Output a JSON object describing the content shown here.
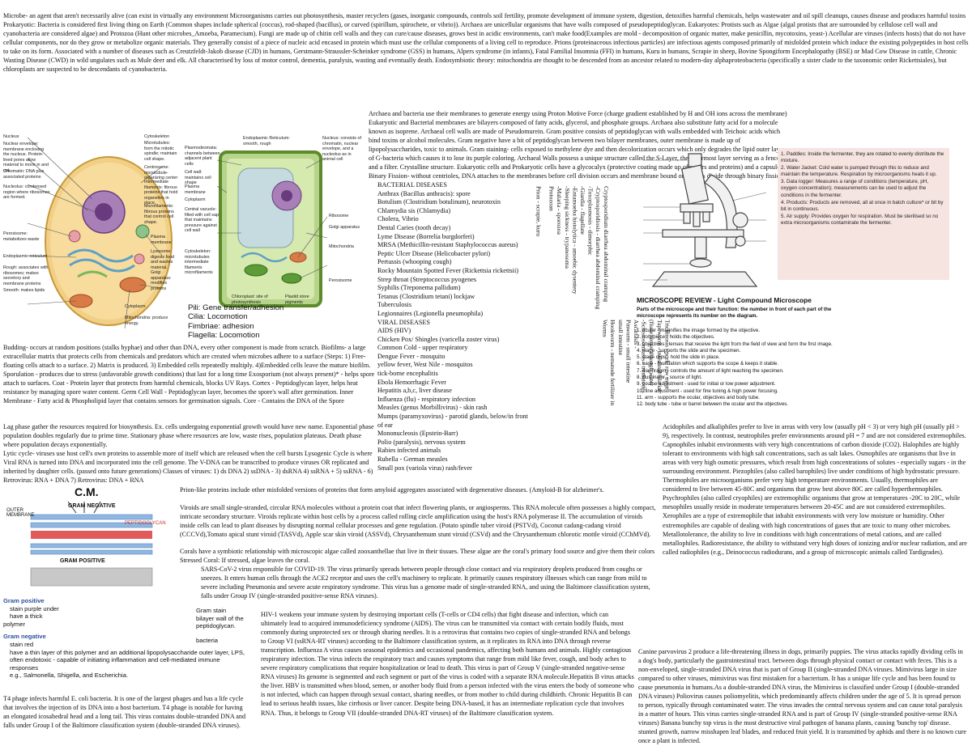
{
  "intro": "Microbe- an agent that aren't necessarily alive (can exist in virtually any environment Microorganisms carries out photosynthesis, master recyclers (gases, inorganic compounds, controls soil fertility, promote development of immune system, digestion, detoxifies harmful chemicals, helps wastewater and oil spill cleanups, causes disease and produces harmful toxins Prokaryotic: Bacteria is considered first living thing on Earth (Common shapes include spherical (coccus), rod-shaped (bacillus), or curved (spirillum, spirochete, or vibrio)). Archaea are unicellular organisms that have walls composed of pseudopeptidoglycan. Eukaryotes: Protists such as Algae (algal protists that are surrounded by cellulose cell wall and cyanobacteria are considered algae) and Protozoa (Hunt other microbes_Amoeba, Paramecium). Fungi are made up of chitin cell walls and they can cure/cause diseases, grows best in acidic environments, can't make food(Examples are mold - decomposition of organic matter, make penicillin, mycotoxins, yeast-) Acellular are viruses (infects hosts) that do not have cellular components, nor do they grow or metabolize organic materials. They generally consist of a piece of nucleic acid encased in protein which must use the cellular components of a living cell to reproduce. Prions (proteinaceous infectious particles) are infectious agents composed primarily of misfolded protein which induce the existing polypeptides in host cells to take on its form. Associated with a number of diseases such as Creutzfeldt-Jakob disease (CJD) in humans, Gerstmann-Straussler-Scheinker syndrome (GSS) in humans, Alpers syndrome (in infants), Fatal Familial Insomnia (FFI) in humans, Kuru in humans, Scrapie in sheep, Bovine Spongiform Encephalopathy (BSE) or Mad Cow Disease in cattle, Chronic Wasting Disease (CWD) in wild ungulates such as Mule deer and elk. All characterised by loss of motor control, dementia, paralysis, wasting and eventually death. Endosymbiotic theory: mitochondria are thought to be descended from an ancestor related to modern-day alphaproteobacteria (specifically a sister clade to the taxonomic order Rickettsiales), but chloroplasts are suspected to be descendants of cyanobacteria.",
  "archaea_text": "Archaea and bacteria use their membranes to generate energy using Proton Motive Force (charge gradient established by H and OH ions across the membrane) Eukaryotic and Bacterial membranes are bilayers composed of fatty acids, glycerol, and phosphate groups. Archaea also substitute fatty acid for a molecule known as isoprene. Archaeal cell walls are made of Pseudomurein. Gram positive consists of peptidoglycan with walls embedded with Teichoic acids which bind toxins or alcohol molecules. Gram negative have a bit of peptidoglycan between two bilayer membranes, outer membrane is made up of lipopolysaccharides, toxic to animals. Gram staining- cells exposed to methylene dye and then decolorization occurs which only degrades the lipid outer layer of G-bacteria which causes it to lose its purple coloring. Archaeal Walls possess a unique structure called the S-Layer, the outermost layer serving as a fence and a filter. Crystalline structure. Eukaryotic cells and Prokaryotic cells have a glycocalyx (protective coating made up of sugars and proteins) and a capsule. Binary Fission- without centrioles, DNA attaches to the membranes before cell division occurs and membrane bound organelles divide through binary fission.",
  "cells": {
    "animal_labels": [
      "Nucleus",
      "Nuclear envelope: membrane enclosing the nucleus. Protein- lined pores allow material to move in and out.",
      "Chromatin: DNA plus associated proteins",
      "Nucleolus: condensed region where ribosomes are formed.",
      "Peroxisome: metabolizes waste",
      "Endoplasmic reticulum",
      "Rough: associates with ribosomes; makes secretory and membrane proteins",
      "Smooth: makes lipids",
      "Cytoskeleton",
      "Microtubules: form the mitotic spindle; maintain cell shape.",
      "Centrosome: microtubule-organizing center",
      "Intermediate filaments: fibrous proteins that hold organelles in place.",
      "Microfilaments: fibrous proteins that control cell shape.",
      "Plasma membrane",
      "Lysosome: digests food and wastes material.",
      "Golgi apparatus: modifies proteins",
      "Cytoplasm",
      "Mitochondria: produce energy."
    ],
    "plant_labels": [
      "Cytoskeleton",
      "Microtubules: form the mitotic spindle; maintain cell shape.",
      "Centrosome: microtubule-organizing center",
      "Intermediate filaments: fibrous proteins that hold organelles in place.",
      "Microfilaments: fibrous proteins that control cell shape.",
      "Plasmodesmata: channels between adjacent plant cells",
      "Cell wall: maintains cell shape",
      "Plasma membrane",
      "Cytoplasm",
      "Central vacuole: filled with cell sap that maintains pressure against cell wall",
      "Cytoskeleton: microtubules intermediate filaments microfilaments",
      "Endoplasmic Reticulum: smooth, rough",
      "Nucleus: consists of chromatin, nuclear envelope, and a nucleolus as in animal cell",
      "Ribosome",
      "Golgi apparatus",
      "Mitochondria",
      "Chloroplast: site of photosynthesis",
      "Plastid store pigments",
      "Peroxisome"
    ],
    "pili": [
      "Pili: Gene transfer/adhesion",
      "Cilia: Locomotion",
      "Fimbriae: adhesion",
      "Flagella: Locomotion"
    ]
  },
  "bacterial": {
    "heading": "BACTERIAL DISEASES",
    "items": [
      "Anthrax (Bacillus anthracis): spore",
      "Botulism (Clostridium botulinum), neurotoxin",
      "Chlamydia sis (Chlamydia)",
      "Cholera, Vibrio",
      "Dental Caries (tooth decay)",
      "Lyme Disease (Borrelia burgdorferi)",
      "MRSA (Methicillin-resistant Staphylococcus aureus)",
      "Peptic Ulcer Disease (Helicobacter pylori)",
      "Pertussis (whooping cough)",
      "Rocky Mountain Spotted Fever (Rickettsia rickettsii)",
      "Strep throat (Streptococcus pyogenes",
      "Syphilis (Treponema pallidum)",
      "Tetanus (Clostridium tetani) lockjaw",
      "Tuberculosis",
      "Legionnaires (Legionella pneumophila)"
    ],
    "viral_heading": "VIRAL DISEASES",
    "viral_items": [
      "AIDS (HIV)",
      "Chicken Pox/ Shingles (varicella zoster virus)",
      "Common Cold - upper respiratory",
      "Dengue Fever - mosquito",
      "yellow fever, West Nile - mosquitos",
      "tick-borne encephalitis",
      "Ebola Hemorrhagic Fever",
      "Hepatitis a,b,c, liver disease",
      "Influenza (flu) - respiratory infection",
      "Measles (genus Morbillivirus) - skin rash",
      "Mumps (paramyxovirus) - parotid glands, below/in front of ear",
      "Mononucleosis (Epstein-Barr)",
      "Polio (paralysis), nervous system",
      "Rabies infected animals",
      "Rubella - German measles",
      "Small pox (variola virus) rash/fever"
    ]
  },
  "vertical": {
    "prion": "Prion - scrapie, kuru",
    "protozoa_col": [
      "Protozoan",
      "-Malaria - sporozoa",
      "-Sleeping sickness - trypanosoma",
      "-Entamoeba histolytica - amoebic dysentery",
      "-Giardia - flagellate",
      "-Toxoplasmosis - dimorphic",
      "-Cryptosporidiosis - diarrhea abdominal cramping",
      "Cryptosporidium diarrhea abdominal cramping"
    ],
    "worms_col": [
      "Worms",
      "Hookworm - nematode fertilizer in",
      "small intestine",
      "Pinworm - small intestine",
      "Ascariasis -",
      "-Schistosomiasis - trematodes",
      "(fluke) enter through water",
      "Tapeworm - intestinal/filarial",
      "Trichinosis - pork, raw meat"
    ]
  },
  "microscope": {
    "title": "MICROSCOPE REVIEW - Light Compound Microscope",
    "subtitle": "Parts of the microscope and their function: the number in front of each part of the microscope represents its number on the diagram.",
    "parts": [
      "1. ocular - magnifies the image formed by the objective.",
      "2. nosepiece - holds the objectives.",
      "3. objectives - lenses that receive the light from the field of view and form the first image.",
      "4. stage - supports the slide and the specimen.",
      "5. stage clips - hold the slide in place.",
      "6. base - foundation which supports the scope & keeps it stable.",
      "7. diaphragm - controls the amount of light reaching the specimen.",
      "8. illuminator - source of light.",
      "9. course adjustment - used for initial or low power adjustment.",
      "10. fine adjustment - used for fine tuning & high power focusing.",
      "11. arm - supports the ocular, objectives and body tube.",
      "12. body tube - tube or barrel between the ocular and the objectives."
    ]
  },
  "fermenter": [
    "1. Paddles: Inside the fermenter, they are rotated to evenly distribute the mixture.",
    "2. Water Jacket: Cold water is pumped through this to reduce and maintain the temperature. Respiration by microorganisms heats it up.",
    "3. Data logger: Measures a range of conditions (temperature, pH, oxygen concentration); measurements can be used to adjust the conditions in the fermenter.",
    "4. Products: Products are removed, all at once in batch culture* or bit by bit in continuous.",
    "5. Air supply: Provides oxygen for respiration. Must be sterilised so no extra microorganisms contaminate the fermenter."
  ],
  "budding": "Budding- occurs at random positions (stalks hyphae) and other than DNA, every other component is made from scratch. Biofilms- a large extracellular matrix that protects cells from chemicals and predators which are created when microbes adhere to a surface (Steps: 1) Free-floating cells attach to a surface. 2) Matrix is produced. 3) Embedded cells repeatedly multiply. 4)Embedded cells leave the mature biofilm. Sporulation - produces due to stress (unfavorable growth conditions) that last for a long time Exosporium (not always present)* - helps spore attach to surfaces. Coat - Protein layer that protects from harmful chemicals, blocks UV Rays. Cortex - Peptidoglycan layer, helps heat resistance by managing spore water content. Germ Cell Wall - Peptidoglycan layer, becomes the spore's wall after germination. Inner Membrane - Fatty acid & Phospholipid layer that contains sensors for germination signals. Core - Contains the DNA of the Spore",
  "lag": "Lag phase gather the resources required for biosynthesis. Ex. cells undergoing exponential growth would have new name. Exponential phase population doubles regularly due to prime time. Stationary phase where resources are low, waste rises, population plateaus. Death phase where population decays exponentially.",
  "lytic": "Lytic cycle- viruses use host cell's own proteins to assemble more of itself which are released when the cell bursts Lysogenic Cycle is where Viral RNA is turned into DNA and incorporated into the cell genome. The V-DNA can be transcribed to produce viruses OR replicated and inherited by daughter cells. (passed onto future generations) Classes of viruses: 1) ds DNA 2) ssDNA - 3) dsRNA 4) ssRNA + 5) ssRNA - 6) Retrovirus: RNA + DNA 7) Retrovirus: DNA + RNA",
  "prion_para": "Prion-like proteins include other misfolded versions of proteins that form amyloid aggregates associated with degenerative diseases. (Amyloid-B for alzheimer's.",
  "viroids": "Viroids are small single-stranded, circular RNA molecules without a protein coat that infect flowering plants, or angiosperms. This RNA molecule often possesses a highly compact, intricate secondary structure. Viroids replicate within host cells by a process called rolling circle amplification using the host's RNA polymerase II. The accumulation of viroids inside cells can lead to plant diseases by disrupting normal cellular processes and gene regulation. (Potato spindle tuber viroid (PSTVd), Coconut cadang-cadang viroid (CCCVd),Tomato apical stunt viroid (TASVd), Apple scar skin viroid (ASSVd), Chrysanthemum stunt viroid (CSVd) and the Chrysanthemum chlorotic mottle viroid (CChMVd).",
  "corals": "Corals have a symbiotic relationship with microscopic algae called zooxanthellae that live in their tissues. These algae are the coral's primary food source and give them their colors Stressed Coral: If stressed, algae leaves the coral.",
  "sars": "SARS-CoV-2 virus responsible for COVID-19. The virus primarily spreads between people through close contact and via respiratory droplets produced from coughs or sneezes. It enters human cells through the ACE2 receptor and uses the cell's machinery to replicate. It primarily causes respiratory illnesses which can range from mild to severe including Pneumonia and severe acute respiratory syndrome. This virus has a genome made of single-stranded RNA, and using the Baltimore classification system, falls under Group IV (single-stranded positive-sense RNA viruses).",
  "hiv": "HIV-1 weakens your immune system by destroying important cells (T-cells or CD4 cells) that fight disease and infection, which can ultimately lead to acquired immunodeficiency syndrome (AIDS). The virus can be transmitted via contact with certain bodily fluids, most commonly during unprotected sex or through sharing needles. It is a retrovirus that contains two copies of single-stranded RNA and belongs to Group VI (ssRNA-RT viruses) according to the Baltimore classification system, as it replicates its RNA into DNA through reverse transcription. Influenza A virus causes seasonal epidemics and occasional pandemics, affecting both humans and animals. Highly contagious respiratory infection. The virus infects the respiratory tract and causes symptoms that range from mild like fever, cough, and body aches to severe respiratory complications that require hospitalization or lead to death. This virus is part of Group V (single-stranded negative-sense RNA viruses) Its genome is segmented and each segment or part of the virus is coded with a separate RNA molecule.Hepatitis B virus attacks the liver. HBV is transmitted when blood, semen, or another body fluid from a person infected with the virus enters the body of someone who is not infected, which can happen through sexual contact, sharing needles, or from mother to child during childbirth. Chronic Hepatitis B can lead to serious health issues, like cirrhosis or liver cancer. Despite being DNA-based, it has an intermediate replication cycle that involves RNA. Thus, it belongs to Group VII (double-stranded DNA-RT viruses) of the Baltimore classification system.",
  "t4": "T4 phage infects harmful E. coli bacteria. It is one of the largest phages and has a life cycle that involves the injection of its DNA into a host bacterium. T4 phage is notable for having an elongated icosahedral head and a long tail. This virus contains double-stranded DNA and falls under Group I of the Baltimore classification system (double-stranded DNA viruses).",
  "gram": {
    "cm": "C.M.",
    "negative": "GRAM NEGATIVE",
    "outer": "OUTER MEMBRANE",
    "pepti": "PEPTIDOGLYCAN",
    "positive": "GRAM POSITIVE",
    "gp_title": "Gram positive",
    "gp_items": [
      "stain purple under",
      "have a thick",
      "polymer"
    ],
    "gp_side": [
      "Gram stain",
      "bilayer wall of the",
      "peptidoglycan."
    ],
    "bacteria": "bacteria",
    "gn_title": "Gram negative",
    "gn_items": [
      "stain red",
      "have a thin layer of this polymer and an additional lipopolysaccharide outer layer, LPS,",
      "often endotoxic - capable of initiating inflammation and cell-mediated immune responses",
      "e.g., Salmonella, Shigella, and Escherichia."
    ]
  },
  "extremophiles": "Acidophiles and alkaliphiles prefer to live in areas with very low (usually pH < 3) or very high pH (usually pH > 9), respectively. In contrast, neutrophiles prefer environments around pH = 7 and are not considered extremophiles. Capnophiles inhabit environments with very high concentrations of carbon dioxide (CO2). Halophiles are highly tolerant to environments with high salt concentrations, such as salt lakes. Osmophiles are organisms that live in areas with very high osmotic pressures, which result from high concentrations of solutes - especially sugars - in the surrounding environment. Piezophiles (also called barophiles) live under conditions of high hydrostatic pressure. Thermophiles are microorganisms prefer very high temperature environments. Usually, thermophiles are considered to live between 45-80C and organisms that grow best above 80C are called hyperthermophiles. Psychrophiles (also called cryophiles) are extremophilic organisms that grow at temperatures -20C to 20C, while mesophiles usually reside in moderate temperatures between 20-45C and are not considered extremophiles. Xerophiles are a type of extremophile that inhabit environments with very low moisture or humidity. Other extremophiles are capable of dealing with high concentrations of gases that are toxic to many other microbes. Metallotolerance, the ability to live in conditions with high concentrations of metal cations, and are called metallophiles. Radioresistance, the ability to withstand very high doses of ionizing and/or nuclear radiation, and are called radiophiles (e.g., Deinococcus radiodurans, and a group of microscopic animals called Tardigrades).",
  "canine": "Canine parvovirus 2 produce a life-threatening illness in dogs, primarily puppies. The virus attacks rapidly dividing cells in a dog's body, particularly the gastrointestinal tract. between dogs through physical contact or contact with feces. This is a non-enveloped, single-stranded DNA virus that is part of Group II (single-stranded DNA viruses. Mimivirus large in size compared to other viruses, mimivirus was first mistaken for a bacterium. It has a unique life cycle and has been found to cause pneumonia in humans.As a double-stranded DNA virus, the Mimivirus is classified under Group I (double-stranded DNA viruses) Poliovirus causes poliomyelitis, which predominantly affects children under the age of 5. It is spread person to person, typically through contaminated water. The virus invades the central nervous system and can cause total paralysis in a matter of hours. This virus carries single-stranded RNA and is part of Group IV (single-stranded positive-sense RNA viruses) Banana bunchy top virus is the most destructive viral pathogen of banana plants, causing 'bunchy top' disease. stunted growth, narrow misshapen leaf blades, and reduced fruit yield. It is transmitted by aphids and there is no known cure once a plant is infected."
}
